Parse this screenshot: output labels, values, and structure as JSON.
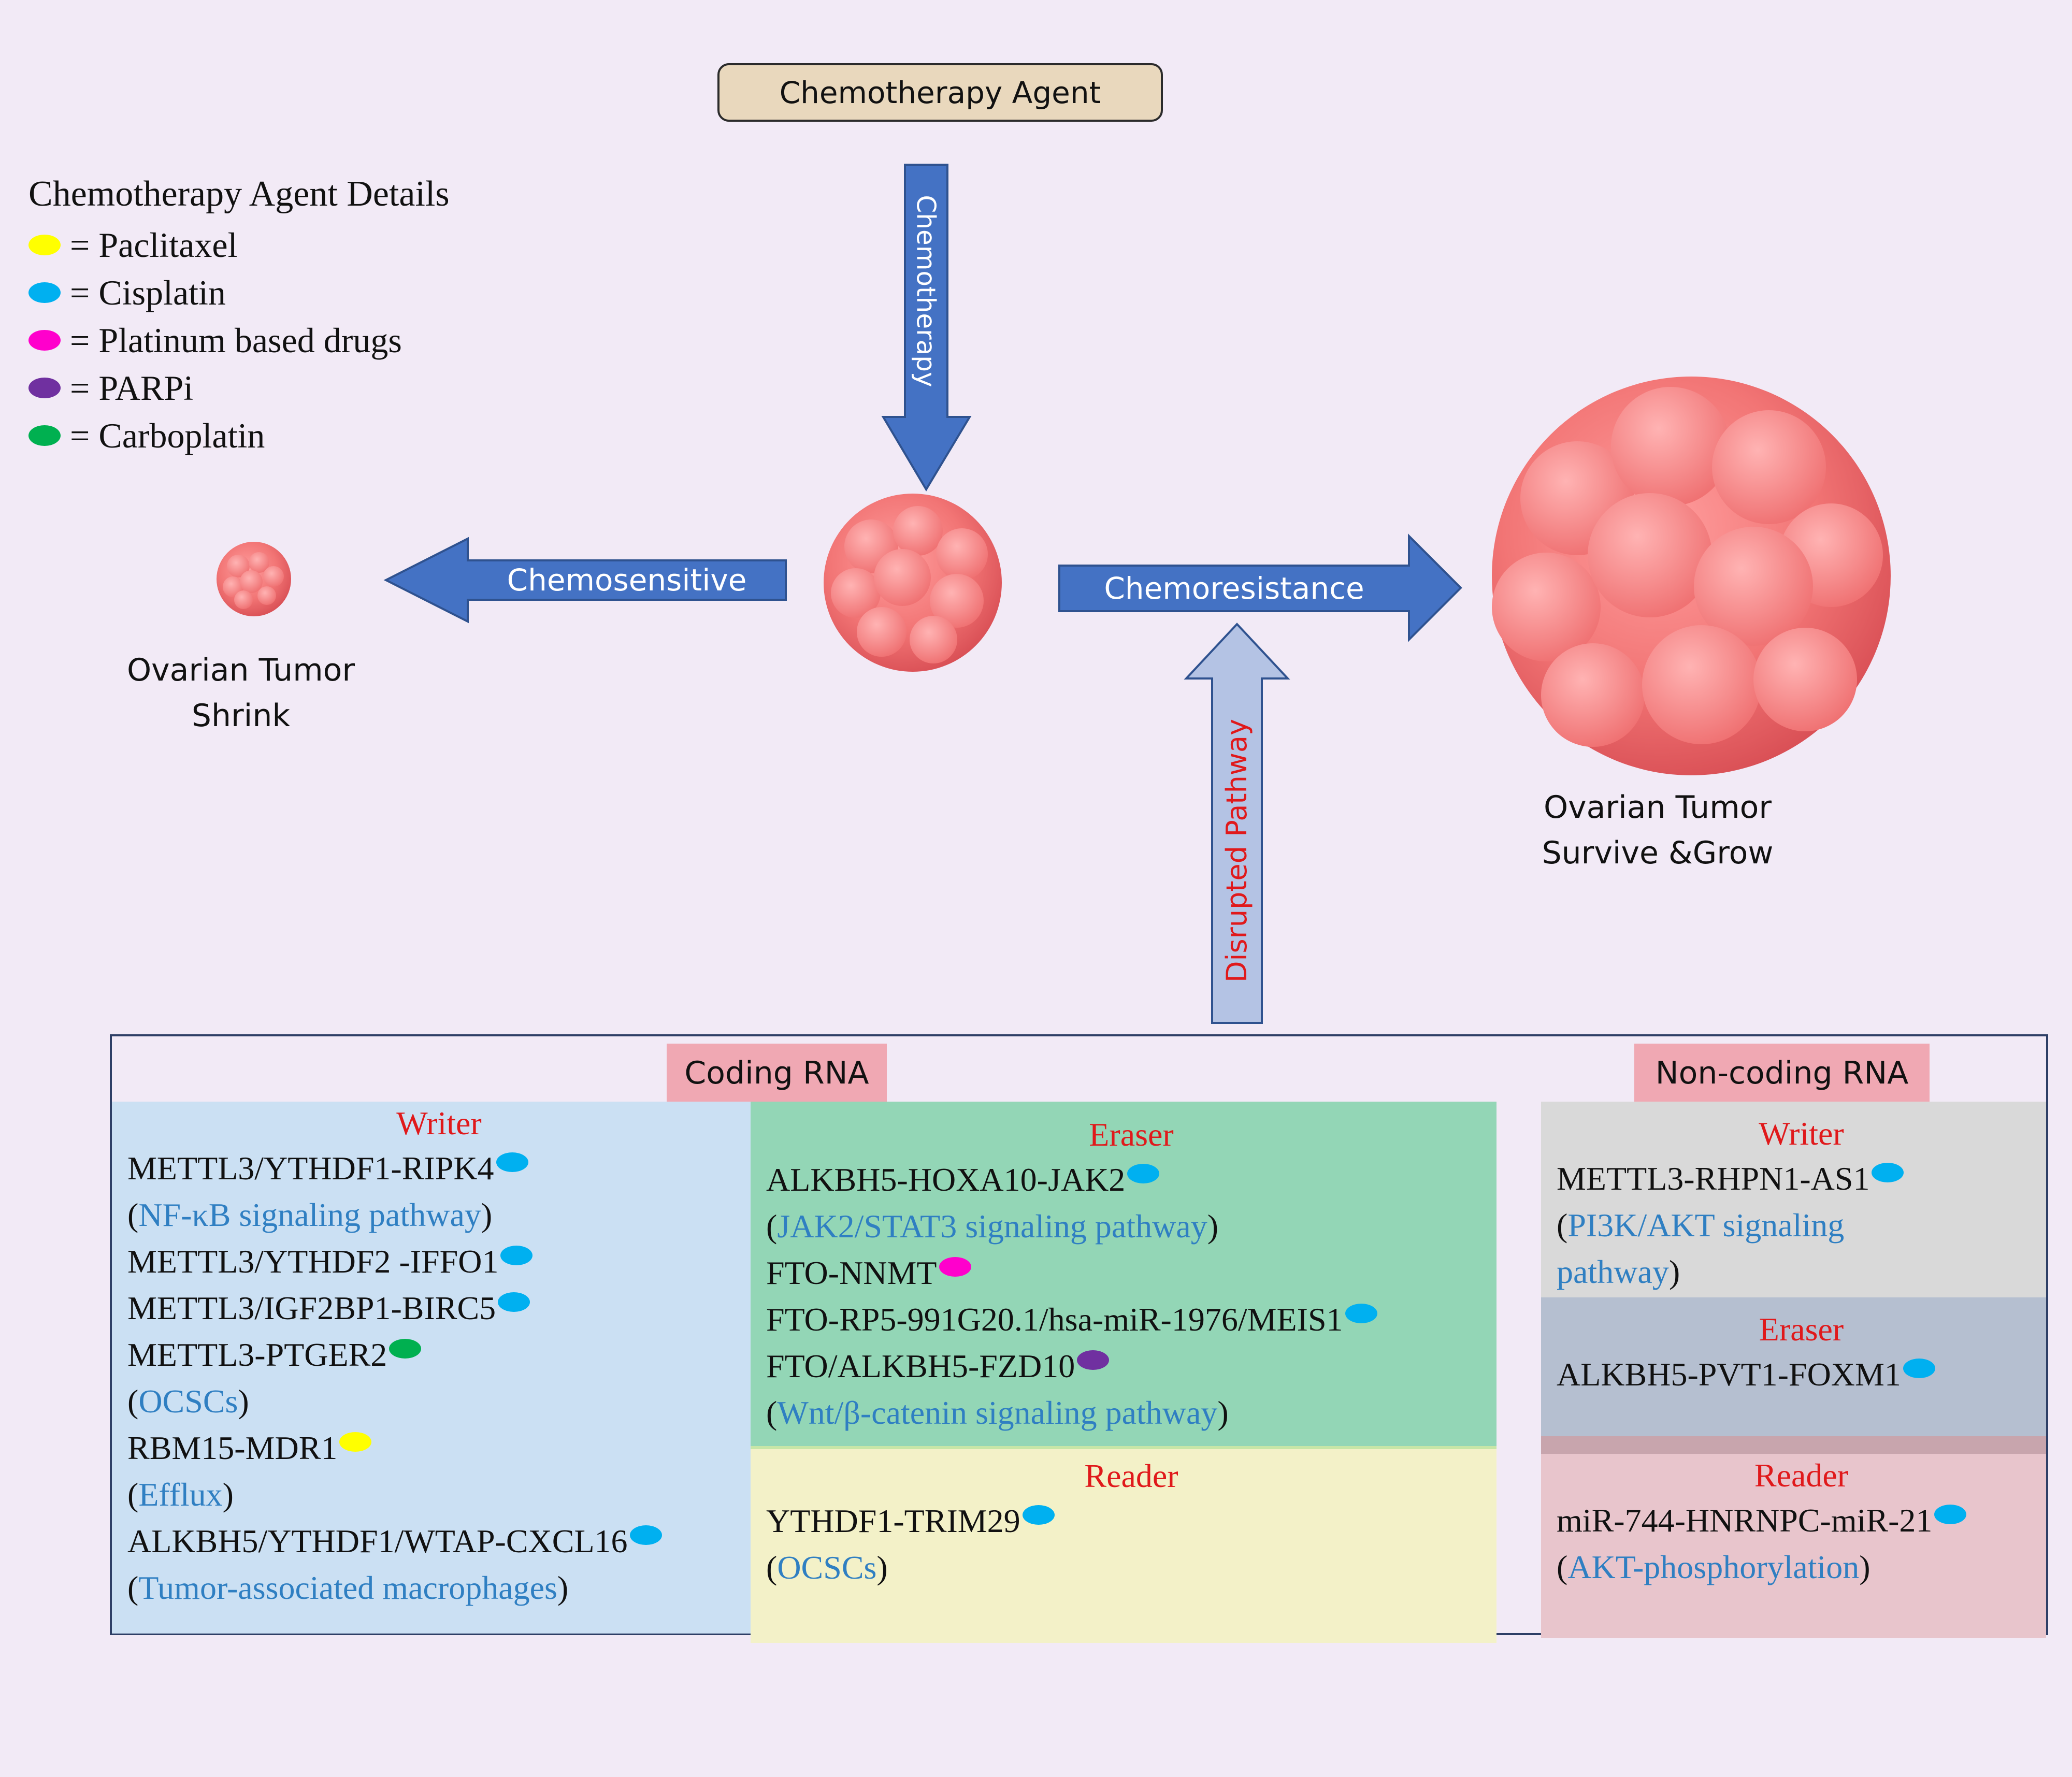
{
  "agent_box": {
    "label": "Chemotherapy Agent"
  },
  "legend": {
    "title": "Chemotherapy Agent Details",
    "items": [
      {
        "color": "#ffff00",
        "label": "= Paclitaxel"
      },
      {
        "color": "#00b0f0",
        "label": "= Cisplatin"
      },
      {
        "color": "#ff00cc",
        "label": "= Platinum based drugs"
      },
      {
        "color": "#7030a0",
        "label": "= PARPi"
      },
      {
        "color": "#00b050",
        "label": "= Carboplatin"
      }
    ]
  },
  "arrows": {
    "chemotherapy": "Chemotherapy",
    "chemosensitive": "Chemosensitive",
    "chemoresistance": "Chemoresistance",
    "disrupted": "Disrupted Pathway"
  },
  "captions": {
    "shrink_line1": "Ovarian Tumor",
    "shrink_line2": "Shrink",
    "grow_line1": "Ovarian Tumor",
    "grow_line2": "Survive &Grow"
  },
  "coding_rna": {
    "tag": "Coding RNA",
    "writer": {
      "title": "Writer",
      "lines": [
        {
          "pre": "METTL3/YTHDF1-RIPK4",
          "dot": "#00b0f0"
        },
        {
          "paren": "NF-κB signaling pathway"
        },
        {
          "pre": "METTL3/YTHDF2 -IFFO1",
          "dot": "#00b0f0"
        },
        {
          "pre": "METTL3/IGF2BP1-BIRC5",
          "dot": "#00b0f0"
        },
        {
          "pre": "METTL3-PTGER2",
          "dot": "#00b050"
        },
        {
          "paren": "OCSCs"
        },
        {
          "pre": "RBM15-MDR1",
          "dot": "#ffff00"
        },
        {
          "paren": "Efflux"
        },
        {
          "pre": "ALKBH5/YTHDF1/WTAP-CXCL16",
          "dot": "#00b0f0"
        },
        {
          "paren": "Tumor-associated macrophages"
        }
      ]
    },
    "eraser": {
      "title": "Eraser",
      "lines": [
        {
          "pre": "ALKBH5-HOXA10-JAK2",
          "dot": "#00b0f0"
        },
        {
          "paren": "JAK2/STAT3 signaling pathway"
        },
        {
          "pre": "FTO-NNMT",
          "dot": "#ff00cc"
        },
        {
          "pre": "FTO-RP5-991G20.1/hsa-miR-1976/MEIS1",
          "dot": "#00b0f0"
        },
        {
          "pre": "FTO/ALKBH5-FZD10",
          "dot": "#7030a0"
        },
        {
          "paren": "Wnt/β-catenin signaling pathway"
        }
      ]
    },
    "reader": {
      "title": "Reader",
      "lines": [
        {
          "pre": "YTHDF1-TRIM29",
          "dot": "#00b0f0"
        },
        {
          "paren": "OCSCs"
        }
      ]
    }
  },
  "noncoding_rna": {
    "tag": "Non-coding RNA",
    "writer": {
      "title": "Writer",
      "lines": [
        {
          "pre": "METTL3-RHPN1-AS1",
          "dot": "#00b0f0"
        },
        {
          "open": "PI3K/AKT signaling"
        },
        {
          "close": "pathway"
        }
      ]
    },
    "eraser": {
      "title": "Eraser",
      "lines": [
        {
          "pre": "ALKBH5-PVT1-FOXM1",
          "dot": "#00b0f0"
        }
      ]
    },
    "reader": {
      "title": "Reader",
      "lines": [
        {
          "pre": "miR-744-HNRNPC-miR-21",
          "dot": "#00b0f0"
        },
        {
          "paren": "AKT-phosphorylation"
        }
      ]
    }
  }
}
